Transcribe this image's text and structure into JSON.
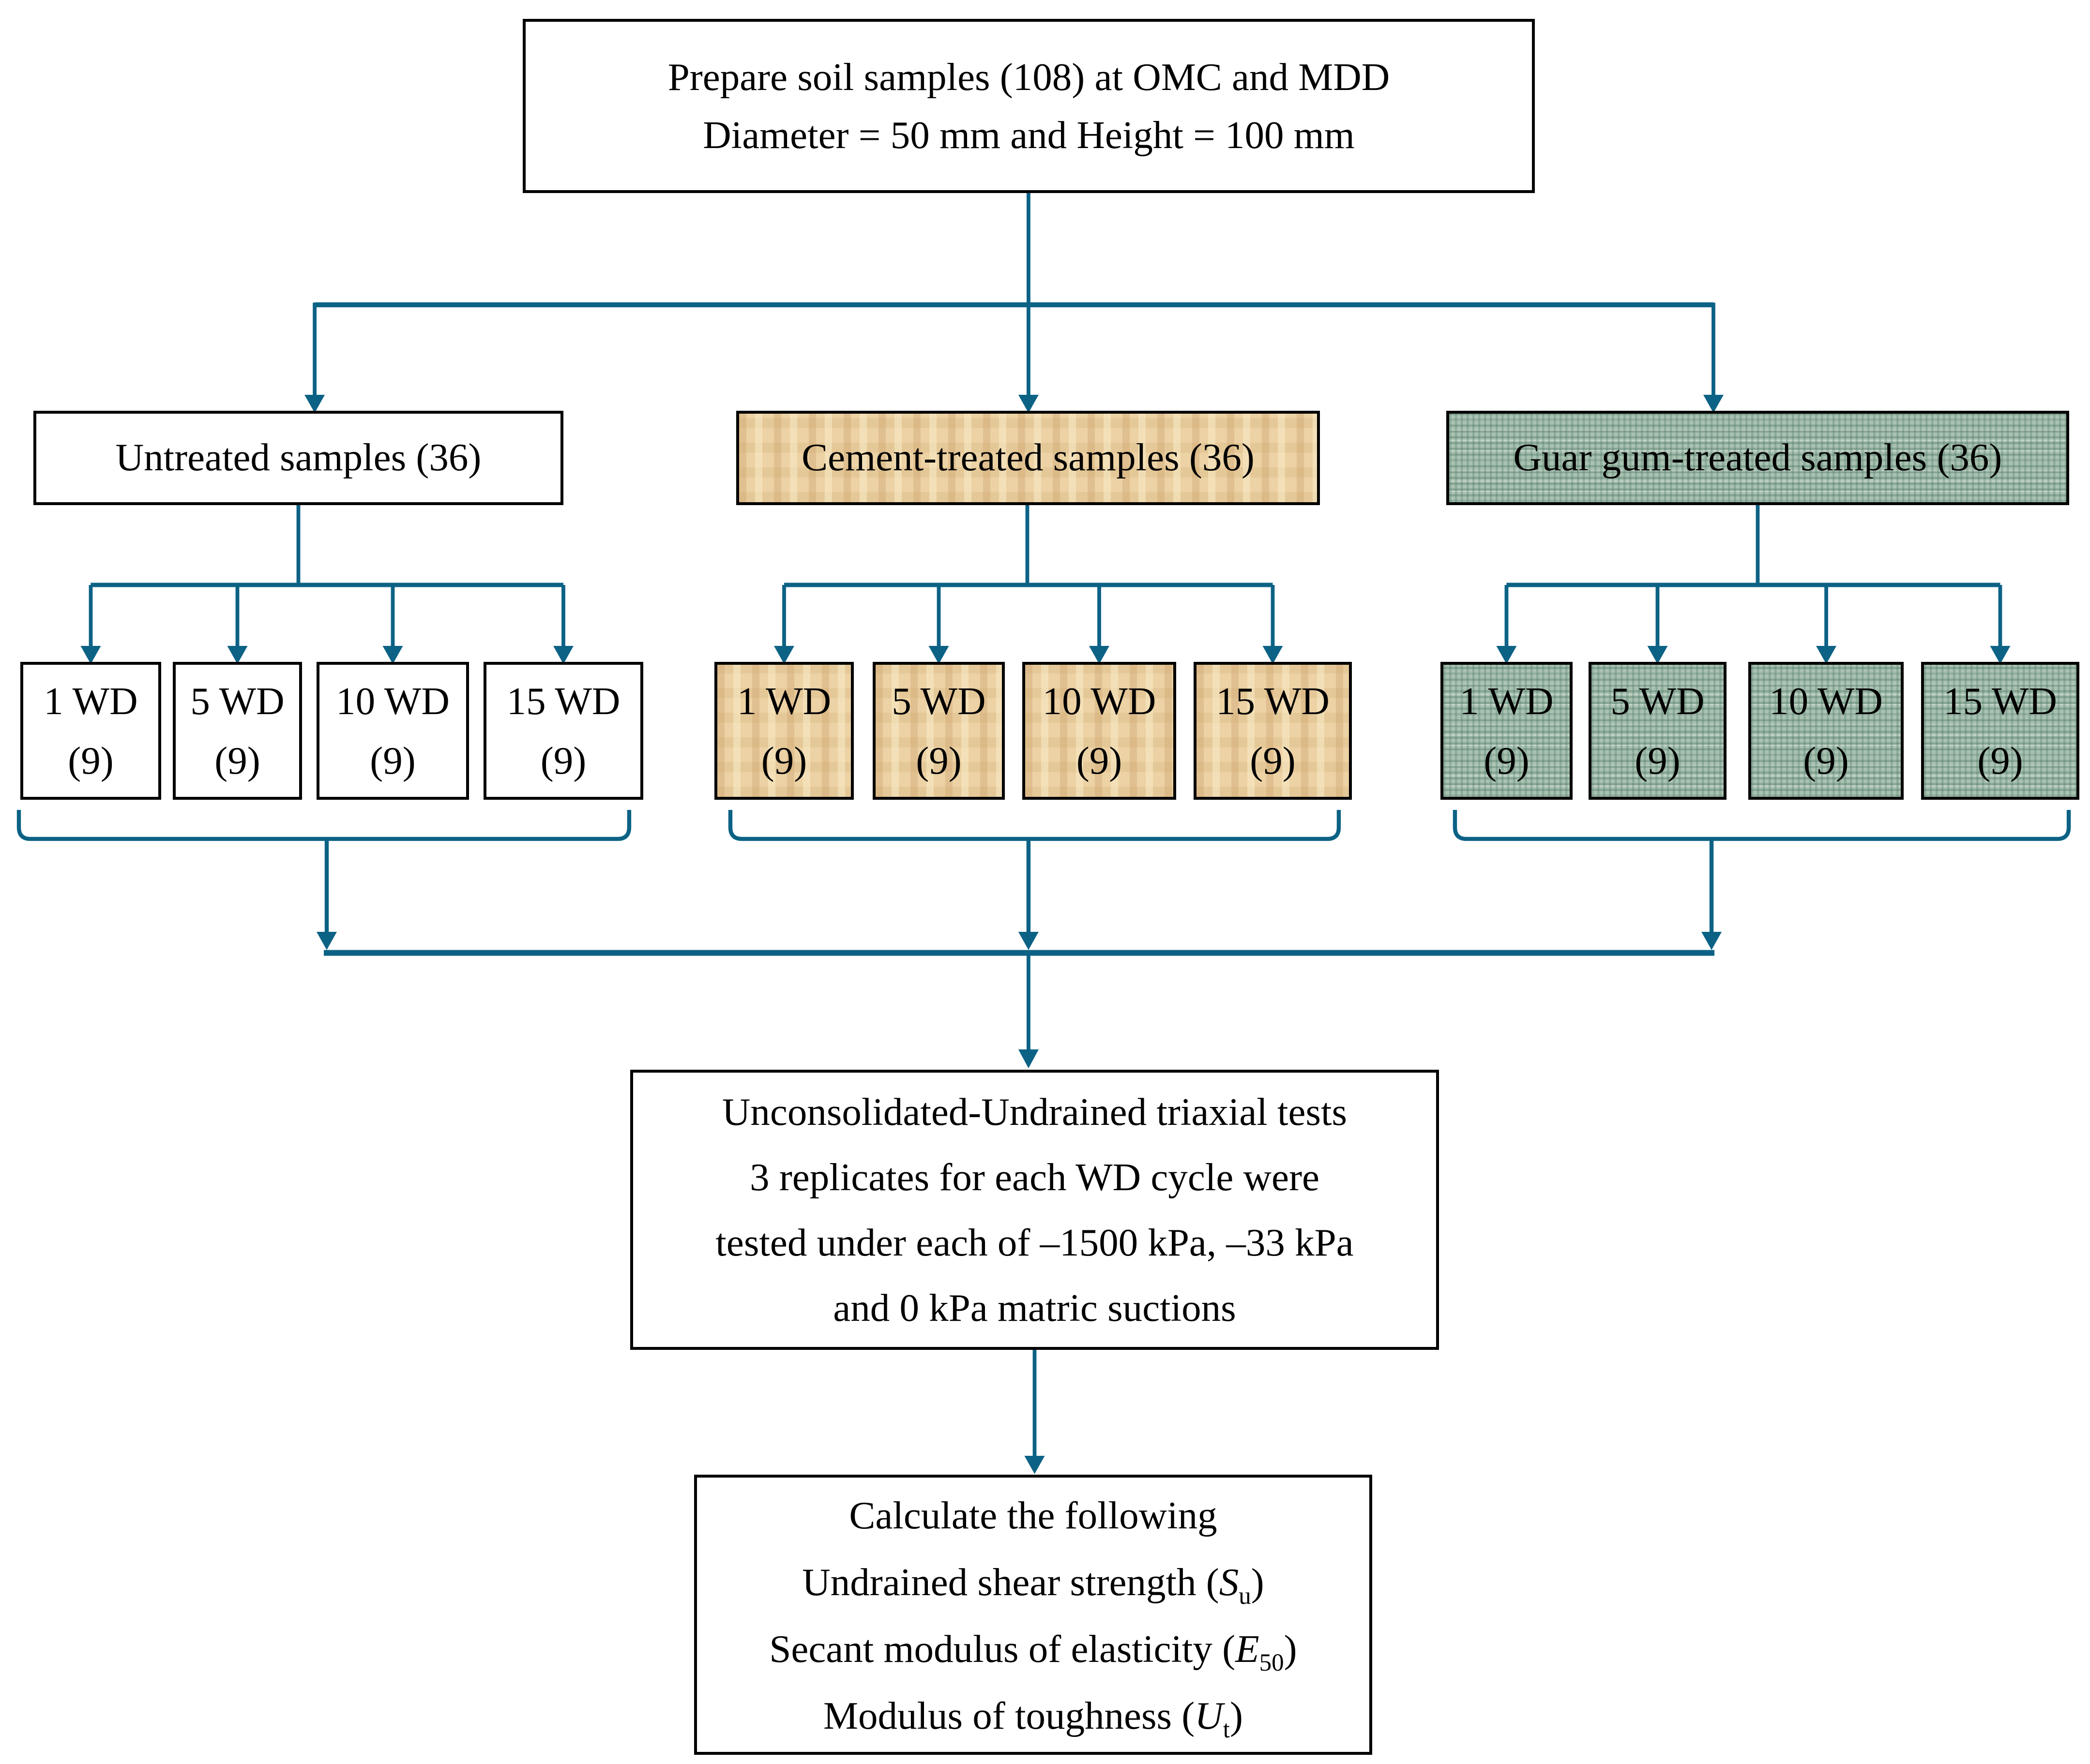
{
  "colors": {
    "connector": "#0c6285",
    "sand_fill": "#ecd2a4",
    "green_fill": "#a9c2b1",
    "border": "#000000",
    "background": "#ffffff"
  },
  "prepare_box": {
    "line1": "Prepare soil samples (108) at OMC and MDD",
    "line2": "Diameter = 50 mm and Height = 100 mm"
  },
  "groups": [
    {
      "label": "Untreated samples (36)",
      "children": [
        {
          "cycles": "1 WD",
          "count": "(9)"
        },
        {
          "cycles": "5 WD",
          "count": "(9)"
        },
        {
          "cycles": "10 WD",
          "count": "(9)"
        },
        {
          "cycles": "15 WD",
          "count": "(9)"
        }
      ]
    },
    {
      "label": "Cement-treated samples (36)",
      "children": [
        {
          "cycles": "1 WD",
          "count": "(9)"
        },
        {
          "cycles": "5 WD",
          "count": "(9)"
        },
        {
          "cycles": "10 WD",
          "count": "(9)"
        },
        {
          "cycles": "15 WD",
          "count": "(9)"
        }
      ]
    },
    {
      "label": "Guar gum-treated samples (36)",
      "children": [
        {
          "cycles": "1 WD",
          "count": "(9)"
        },
        {
          "cycles": "5 WD",
          "count": "(9)"
        },
        {
          "cycles": "10 WD",
          "count": "(9)"
        },
        {
          "cycles": "15 WD",
          "count": "(9)"
        }
      ]
    }
  ],
  "triaxial_box": {
    "line1": "Unconsolidated-Undrained triaxial tests",
    "line2": "3 replicates for each WD cycle were",
    "line3": "tested under each of –1500 kPa, –33 kPa",
    "line4": "and 0 kPa matric suctions"
  },
  "calculate_box": {
    "title": "Calculate the following",
    "items": [
      {
        "pre": "Undrained shear strength (",
        "variable": "S",
        "subscript": "u",
        "post": ")"
      },
      {
        "pre": "Secant modulus of elasticity (",
        "variable": "E",
        "subscript": "50",
        "post": ")"
      },
      {
        "pre": "Modulus of toughness (",
        "variable": "U",
        "subscript": "t",
        "post": ")"
      }
    ]
  }
}
